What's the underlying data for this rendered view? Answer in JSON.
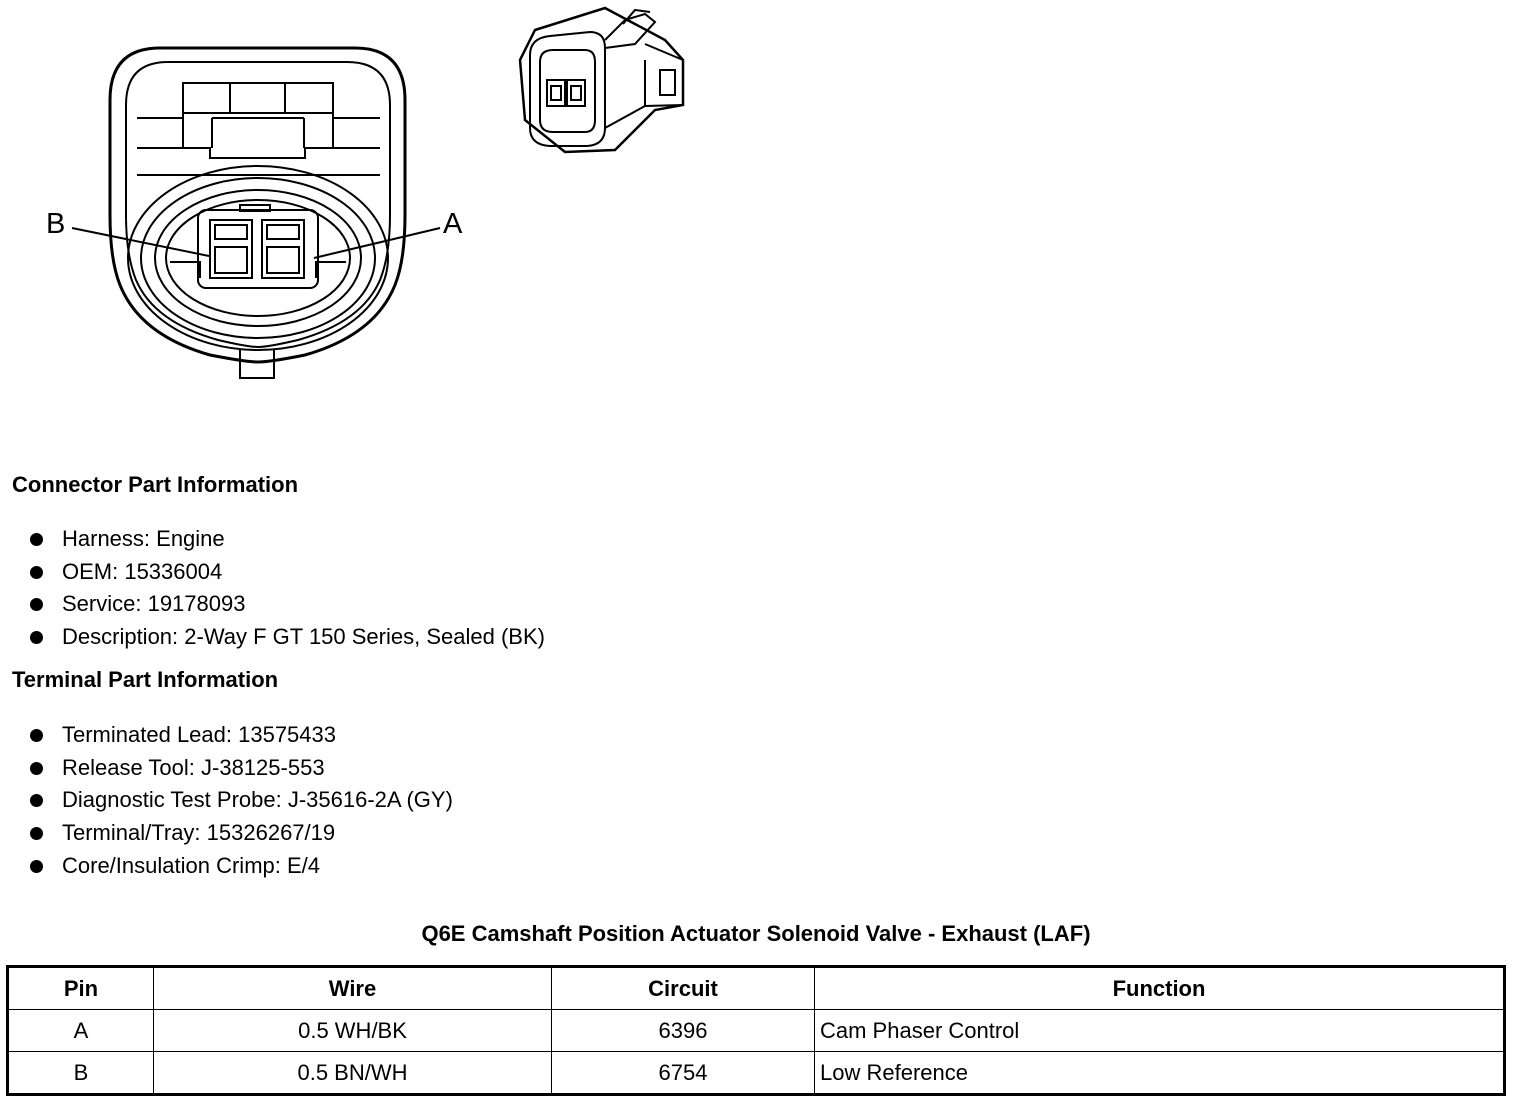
{
  "diagram": {
    "pin_labels": {
      "b": "B",
      "a": "A"
    }
  },
  "connector_info": {
    "title": "Connector Part Information",
    "items": [
      "Harness: Engine",
      "OEM: 15336004",
      "Service: 19178093",
      "Description: 2-Way F GT 150 Series, Sealed (BK)"
    ]
  },
  "terminal_info": {
    "title": "Terminal Part Information",
    "items": [
      "Terminated Lead: 13575433",
      "Release Tool: J-38125-553",
      "Diagnostic Test Probe: J-35616-2A (GY)",
      "Terminal/Tray: 15326267/19",
      "Core/Insulation Crimp: E/4"
    ]
  },
  "table": {
    "title": "Q6E Camshaft Position Actuator Solenoid Valve - Exhaust (LAF)",
    "headers": [
      "Pin",
      "Wire",
      "Circuit",
      "Function"
    ],
    "rows": [
      [
        "A",
        "0.5 WH/BK",
        "6396",
        "Cam Phaser Control"
      ],
      [
        "B",
        "0.5 BN/WH",
        "6754",
        "Low Reference"
      ]
    ]
  }
}
